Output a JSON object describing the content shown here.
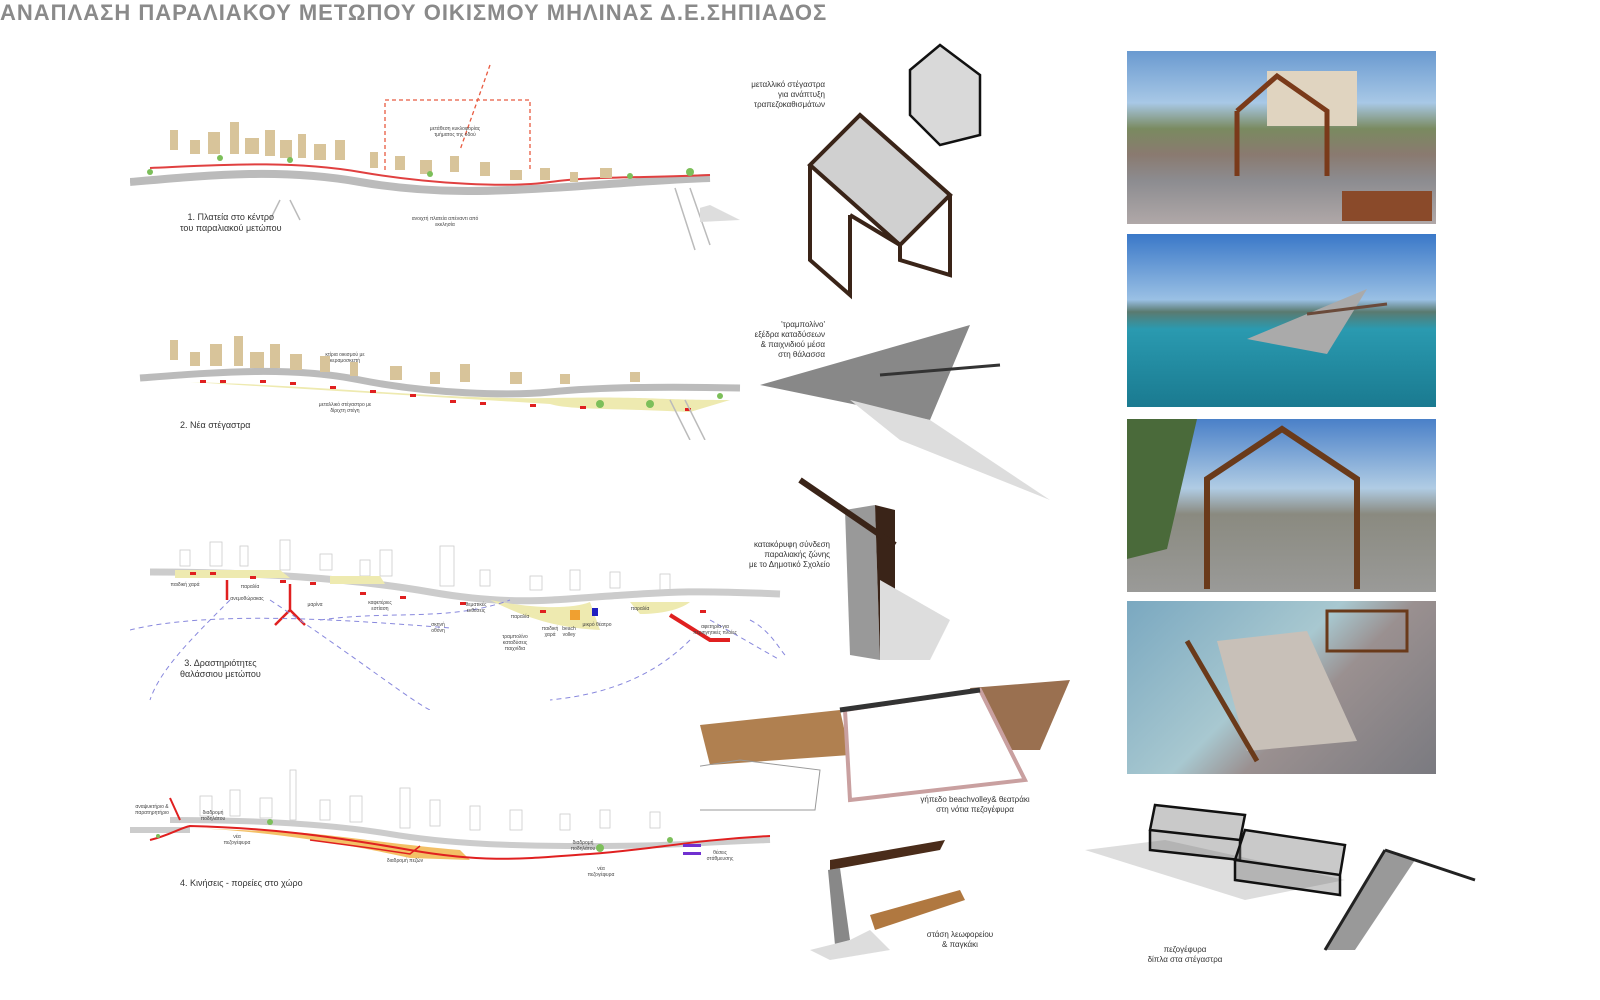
{
  "title": "ΑΝΑΠΛΑΣΗ ΠΑΡΑΛΙΑΚΟΥ ΜΕΤΩΠΟΥ ΟΙΚΙΣΜΟΥ ΜΗΛΙΝΑΣ Δ.Ε.ΣΗΠΙΑΔΟΣ",
  "plans": [
    {
      "caption_1": "1. Πλατεία στο κέντρο",
      "caption_2": "του παραλιακού μετώπου",
      "notes": [
        "μετάθεση κυκλοφορίας τμήματος της οδού",
        "ανοιχτή πλατεία απέναντι από εκκλησία"
      ]
    },
    {
      "caption_1": "2. Νέα στέγαστρα",
      "notes": [
        "κτίρια οικισμού με κεραμοσκεπή",
        "μεταλλικό στέγαστρο με δίριχτη στέγη"
      ]
    },
    {
      "caption_1": "3. Δραστηριότητες",
      "caption_2": "θαλάσσιου μετώπου",
      "notes": [
        "παιδική χαρά",
        "παραλία",
        "ανεμοθώρακας",
        "μαρίνα",
        "καφετέριες εστίαση",
        "θεματικές εκθέσεις",
        "σκηνή οθόνη",
        "παραλία",
        "παιδική χαρά",
        "beach volley",
        "μικρό θέατρο",
        "παραλία",
        "τραμπολίνο καταδύσεις παιχνίδια",
        "αφετηρία για περιηγητικές πλοίες"
      ]
    },
    {
      "caption_1": "4. Κινήσεις - πορείες στο χώρο",
      "notes": [
        "αναψυκτήριο & παρατηρητήριο",
        "διαδρομή ποδηλάτου",
        "νέα πεζογέφυρα",
        "διαδρομή πεζών",
        "διαδρομή ποδηλάτου",
        "νέα πεζογέφυρα",
        "θέσεις στάθμευσης"
      ]
    }
  ],
  "models": [
    {
      "label": [
        "μεταλλικό στέγαστρα",
        "για ανάπτυξη",
        "τραπεζοκαθισμάτων"
      ]
    },
    {
      "label": [
        "'τραμπολίνο'",
        "εξέδρα καταδύσεων",
        "& παιχνιδιού μέσα",
        "στη θάλασσα"
      ]
    },
    {
      "label": [
        "κατακόρυφη σύνδεση",
        "παραλιακής ζώνης",
        "με το Δημοτικό Σχολείο"
      ]
    },
    {
      "label": [
        "γήπεδο beachvolley& θεατράκι",
        "στη νότια πεζογέφυρα"
      ]
    },
    {
      "label": [
        "στάση λεωφορείου",
        "& παγκάκι"
      ]
    },
    {
      "label": [
        "πεζογέφυρα",
        "δίπλα στα στέγαστρα"
      ]
    }
  ],
  "colors": {
    "road": "#9a9a9a",
    "building": "#d8c49a",
    "red": "#e02020",
    "path_orange": "#f0a030",
    "sea_line": "#8888dd",
    "frame": "#3a2418"
  }
}
